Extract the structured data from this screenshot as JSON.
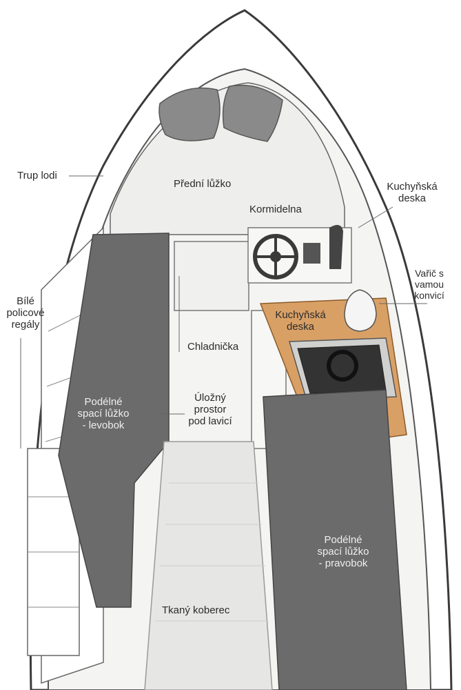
{
  "labels": {
    "hull": "Trup lodi",
    "front_berth": "Přední lůžko",
    "helm": "Kormidelna",
    "galley_top_right_line1": "Kuchyňská",
    "galley_top_right_line2": "deska",
    "stove_line1": "Vařič s",
    "stove_line2": "vamou",
    "stove_line3": "konvicí",
    "shelves_line1": "Bílé",
    "shelves_line2": "policové",
    "shelves_line3": "regály",
    "fridge": "Chladnička",
    "galley_center_line1": "Kuchyňská",
    "galley_center_line2": "deska",
    "storage_line1": "Úložný",
    "storage_line2": "prostor",
    "storage_line3": "pod lavicí",
    "port_berth_line1": "Podélné",
    "port_berth_line2": "spací lůžko",
    "port_berth_line3": "- levobok",
    "starboard_berth_line1": "Podélné",
    "starboard_berth_line2": "spací lůžko",
    "starboard_berth_line3": "- pravobok",
    "rug": "Tkaný koberec"
  },
  "colors": {
    "hull_outline": "#3a3a3a",
    "floor": "#f4f4f2",
    "berth_dark": "#6b6b6b",
    "pillow": "#8a8a8a",
    "countertop": "#d9a066",
    "rug": "#e6e6e4"
  }
}
